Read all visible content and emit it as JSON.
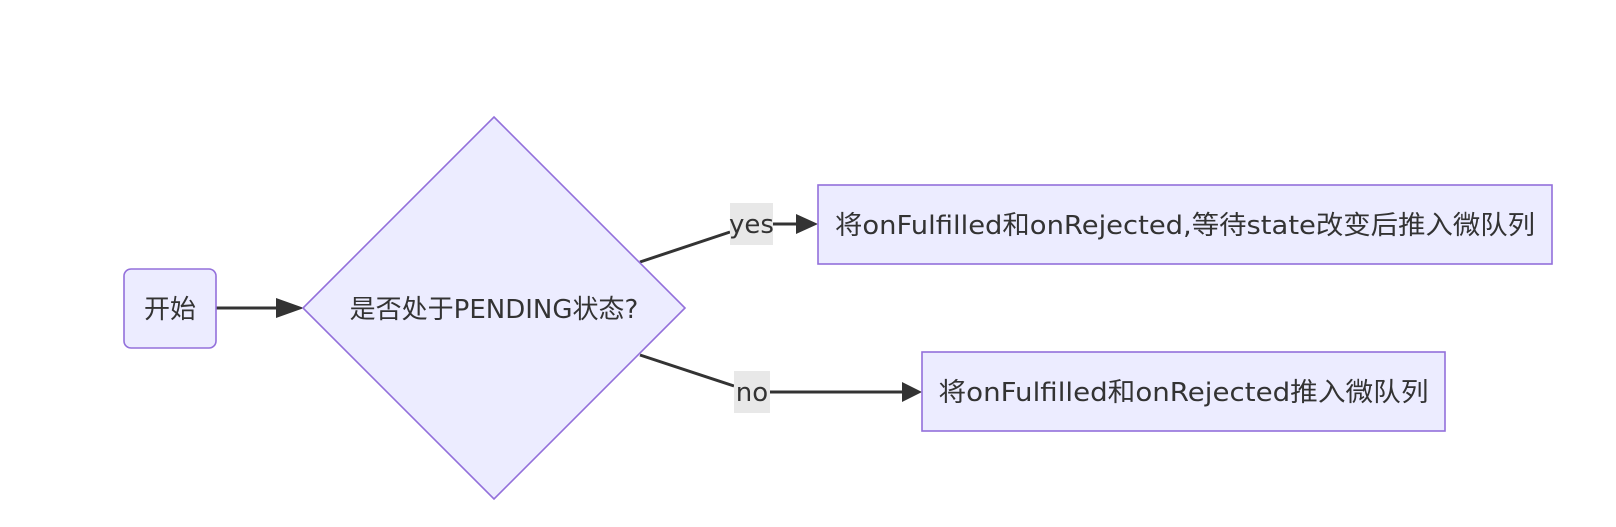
{
  "nodes": {
    "start": {
      "label": "开始"
    },
    "decision": {
      "label": "是否处于PENDING状态?"
    },
    "yes_action": {
      "label": "将onFulfilled和onRejected,等待state改变后推入微队列"
    },
    "no_action": {
      "label": "将onFulfilled和onRejected推入微队列"
    }
  },
  "edges": {
    "yes": {
      "label": "yes"
    },
    "no": {
      "label": "no"
    }
  },
  "colors": {
    "node_fill": "#ECECFF",
    "node_stroke": "#9370DB",
    "edge": "#333333",
    "edge_label_bg": "#e8e8e8",
    "text": "#333333"
  }
}
